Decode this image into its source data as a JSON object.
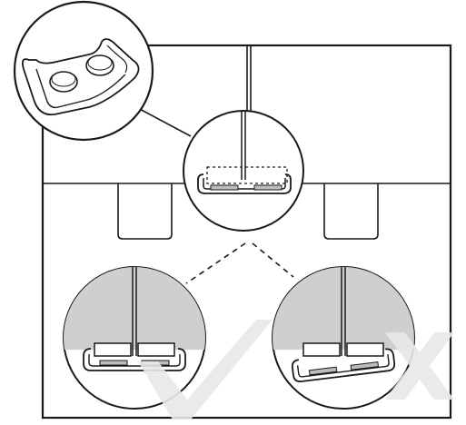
{
  "diagram": {
    "kind": "installation-illustration",
    "inset_detail": "double-pad-clip",
    "correct_example": {
      "verdict": "correct",
      "mark": "check-mark"
    },
    "incorrect_example": {
      "verdict": "incorrect",
      "mark": "cross-mark"
    },
    "colors": {
      "line": "#1a1a1a",
      "panel_fill": "#cfcfcf",
      "pad_fill": "#bdbdbd",
      "mark_fill": "#e8e8e8",
      "background": "#ffffff"
    }
  }
}
